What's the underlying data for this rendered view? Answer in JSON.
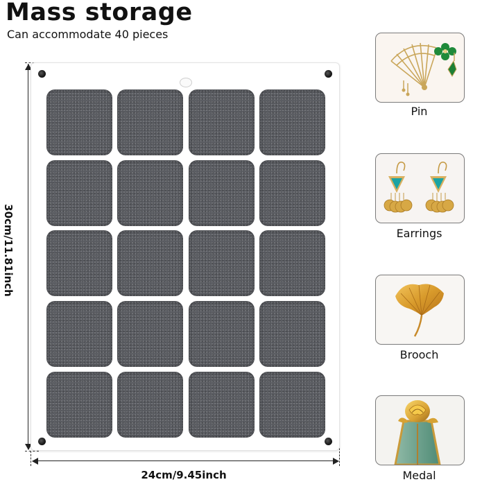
{
  "header": {
    "title": "Mass storage",
    "subtitle": "Can accommodate 40 pieces"
  },
  "board": {
    "columns": 4,
    "rows": 5,
    "felt_color": "#55575c",
    "frame_color": "#ffffff"
  },
  "dimensions": {
    "height_label": "30cm/11.81inch",
    "width_label": "24cm/9.45inch"
  },
  "products": [
    {
      "label": "Pin",
      "icon": "fan-brooch-pin-icon"
    },
    {
      "label": "Earrings",
      "icon": "dangle-earrings-icon"
    },
    {
      "label": "Brooch",
      "icon": "ginkgo-leaf-brooch-icon"
    },
    {
      "label": "Medal",
      "icon": "rose-medal-icon"
    }
  ]
}
